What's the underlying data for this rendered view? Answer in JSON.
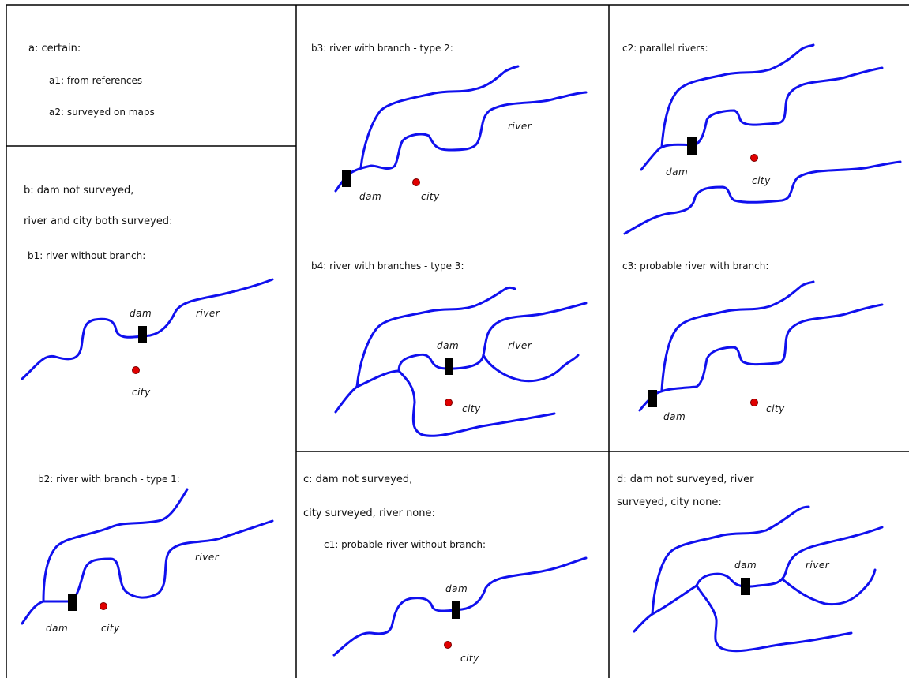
{
  "panels": {
    "a": {
      "title": "a: certain:",
      "items": [
        "a1: from references",
        "a2: surveyed on maps"
      ]
    },
    "b": {
      "title_line1": "b: dam not surveyed,",
      "title_line2": "river and city both surveyed:"
    },
    "b1": {
      "title": "b1: river without branch:",
      "dam": "dam",
      "river": "river",
      "city": "city"
    },
    "b2": {
      "title": "b2: river with branch - type 1:",
      "dam": "dam",
      "river": "river",
      "city": "city"
    },
    "b3": {
      "title": "b3: river with branch - type 2:",
      "dam": "dam",
      "river": "river",
      "city": "city"
    },
    "b4": {
      "title": "b4: river with branches - type 3:",
      "dam": "dam",
      "river": "river",
      "city": "city"
    },
    "c": {
      "title_line1": "c: dam not surveyed,",
      "title_line2": "city surveyed, river none:"
    },
    "c1": {
      "title": "c1: probable river without branch:",
      "dam": "dam",
      "city": "city"
    },
    "c2": {
      "title": "c2: parallel rivers:",
      "dam": "dam",
      "city": "city"
    },
    "c3": {
      "title": "c3: probable river with branch:",
      "dam": "dam",
      "city": "city"
    },
    "d": {
      "title_line1": "d: dam not surveyed, river",
      "title_line2": "surveyed, city none:",
      "dam": "dam",
      "river": "river"
    }
  },
  "colors": {
    "river": "#1010ee",
    "city": "#e00000",
    "dam": "#000000",
    "border": "#000000"
  },
  "legend_symbols": {
    "river": "blue line",
    "dam": "black rectangle",
    "city": "red dot"
  }
}
